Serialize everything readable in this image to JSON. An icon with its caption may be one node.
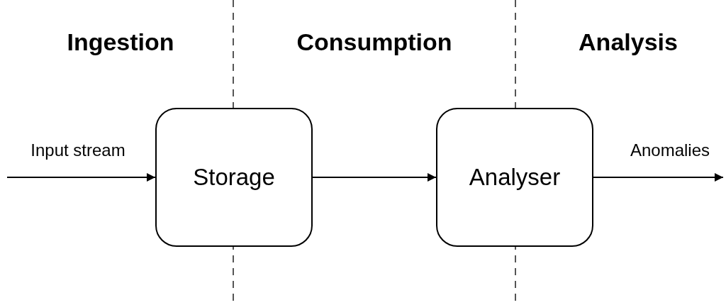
{
  "diagram": {
    "nodes": [
      {
        "text": [
          "Storage"
        ]
      },
      {
        "text": [
          "Analyser"
        ]
      }
    ],
    "edges": [
      {
        "from": null,
        "to": 0,
        "arrow": "to",
        "label": "Input stream"
      },
      {
        "from": 0,
        "to": 1,
        "arrow": "to"
      },
      {
        "from": 1,
        "to": null,
        "arrow": "to",
        "label": "Anomalies"
      }
    ],
    "labels": [
      "Ingestion",
      "Consumption",
      "Analysis"
    ]
  }
}
